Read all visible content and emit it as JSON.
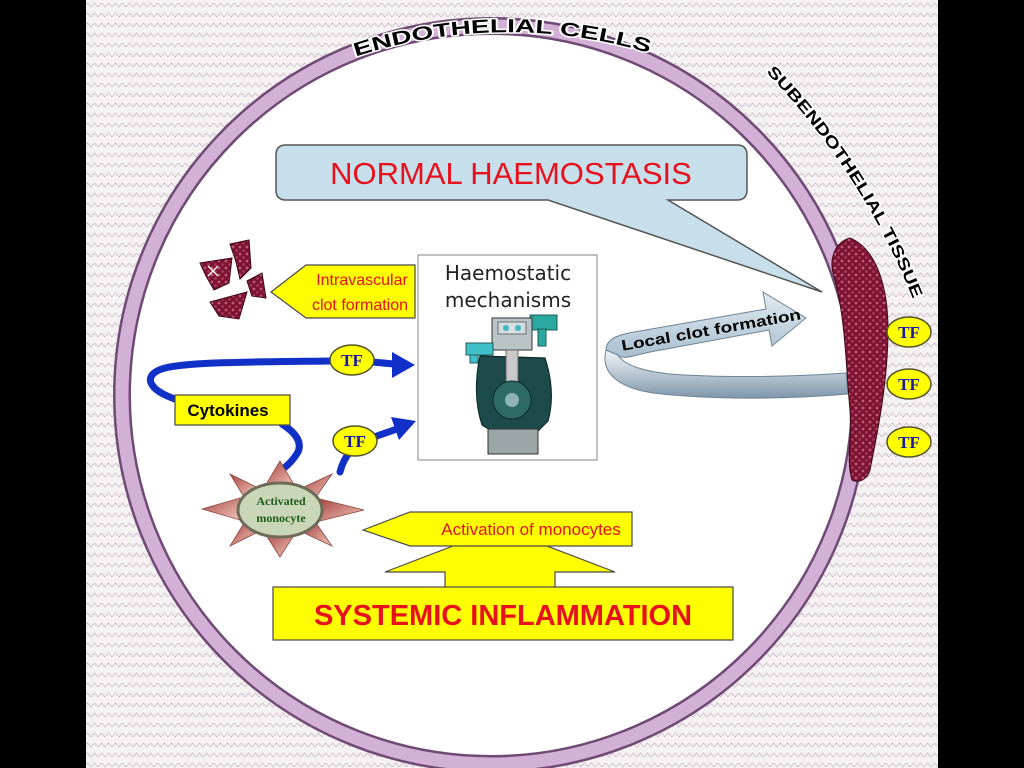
{
  "slide": {
    "endothelial_label": "ENDOTHELIAL CELLS",
    "subendothelial_label": "SUBENDOTHELIAL TISSUE",
    "callout_title": "NORMAL HAEMOSTASIS",
    "intravascular_clot": {
      "line1": "Intravascular",
      "line2": "clot formation"
    },
    "haemostatic_mechanisms": {
      "line1": "Haemostatic",
      "line2": "mechanisms"
    },
    "local_clot": "Local clot formation",
    "tissue_factor_markers": [
      "TF",
      "TF",
      "TF",
      "TF",
      "TF"
    ],
    "cytokines": "Cytokines",
    "activated_monocyte": {
      "line1": "Activated",
      "line2": "monocyte"
    },
    "monocyte_activation": "Activation of monocytes",
    "systemic_inflammation": "SYSTEMIC INFLAMMATION"
  },
  "icons": {
    "mechanism_graphic": "engine-icon",
    "clot_fragments": "blood-clot-icon",
    "monocyte_graphic": "star-burst-icon"
  },
  "colors": {
    "label_red": "#e8101c",
    "highlight_yellow": "#ffff00",
    "pathway_blue": "#1030c8",
    "ring_purple": "#d3b1d7",
    "ring_outline": "#6f4a74",
    "callout_blue": "#c6dfea",
    "clot_red": "#7c1431",
    "tf_blue": "#1a1aa0"
  }
}
